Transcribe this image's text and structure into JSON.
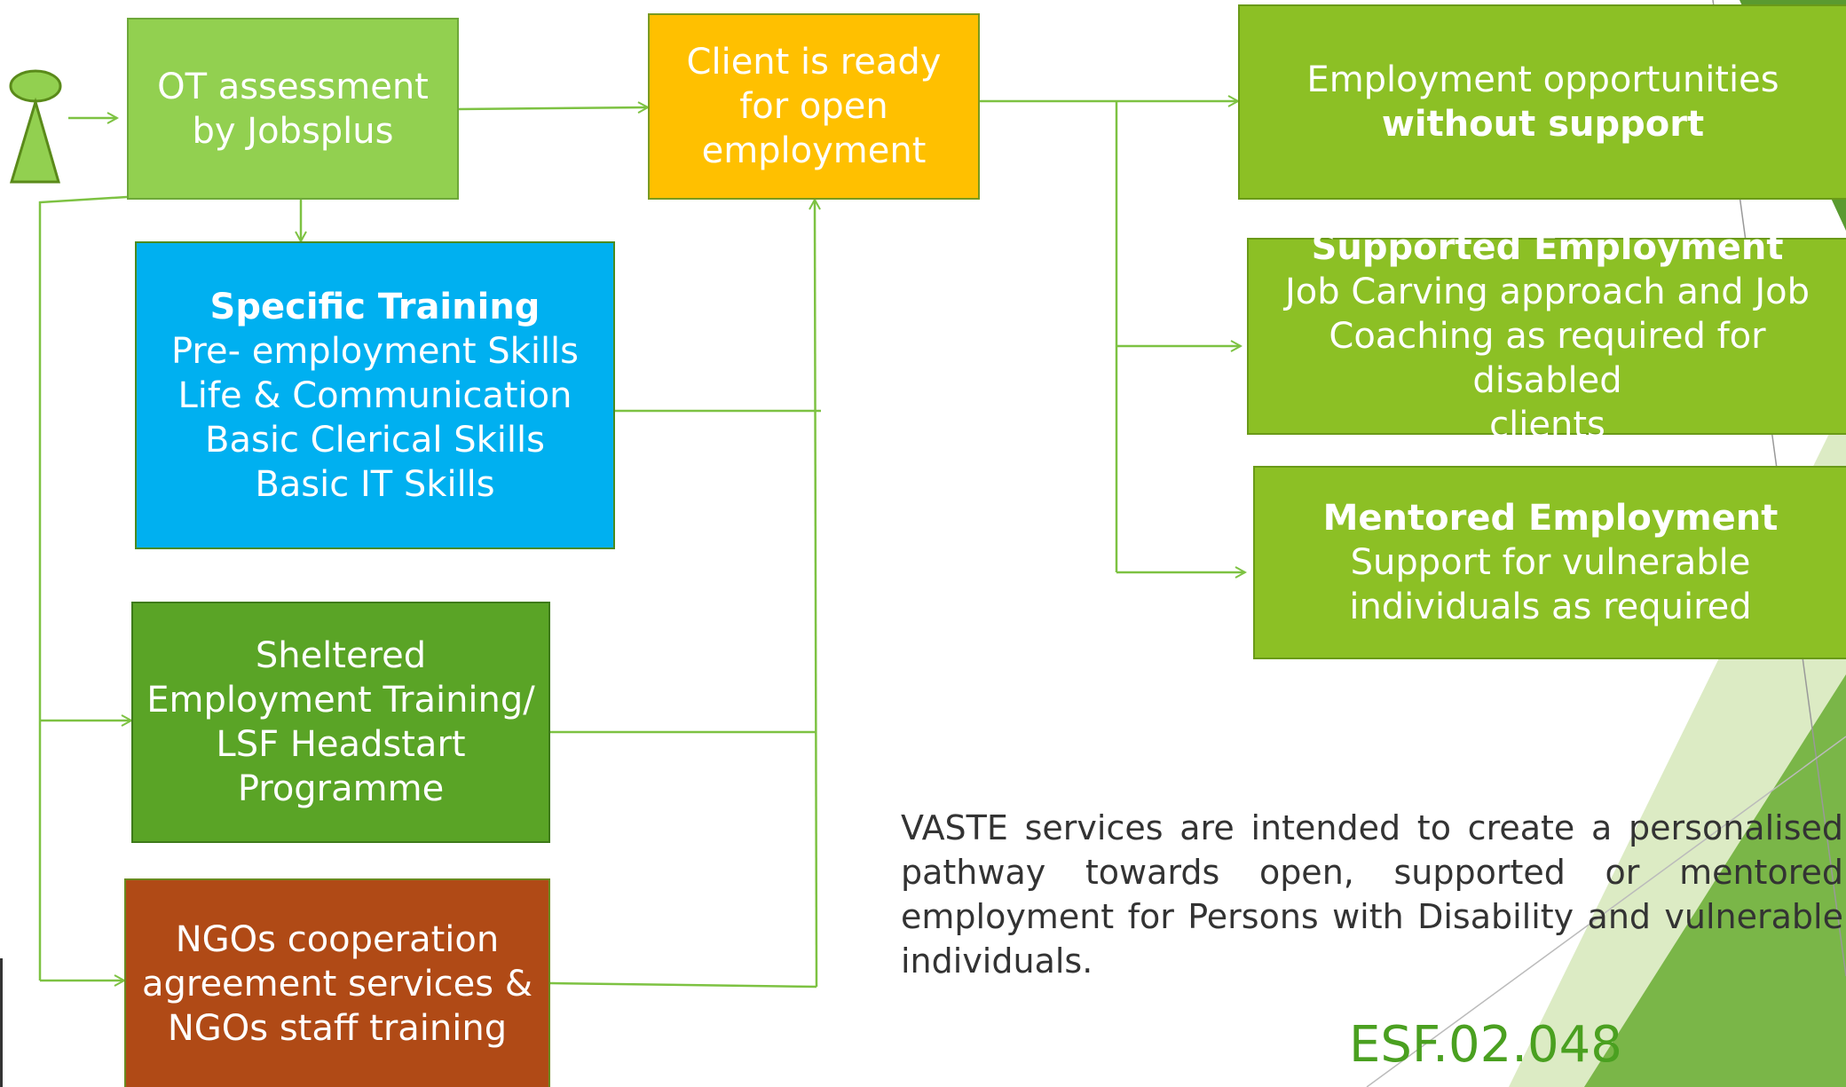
{
  "boxes": {
    "ot_assessment": {
      "lines": [
        "OT assessment",
        "by Jobsplus"
      ]
    },
    "client_ready": {
      "lines": [
        "Client is ready",
        "for open",
        "employment"
      ]
    },
    "employment_opportunities": {
      "line1": "Employment opportunities",
      "line2_bold": "without support"
    },
    "supported_employment": {
      "title": "Supported Employment",
      "lines": [
        "Job Carving approach and Job",
        "Coaching as required for disabled",
        "clients"
      ]
    },
    "mentored_employment": {
      "title": "Mentored Employment",
      "lines": [
        "Support  for vulnerable",
        "individuals as required"
      ]
    },
    "specific_training": {
      "title": "Specific Training",
      "lines": [
        "Pre- employment Skills",
        "Life & Communication",
        "Basic Clerical Skills",
        "Basic IT Skills"
      ]
    },
    "sheltered_employment": {
      "lines": [
        "Sheltered",
        "Employment Training/",
        "LSF Headstart",
        "Programme"
      ]
    },
    "ngos": {
      "lines": [
        "NGOs cooperation",
        "agreement services &",
        "NGOs staff training"
      ]
    }
  },
  "description": "VASTE services are intended to create a personalised pathway towards open, supported or mentored employment for Persons with Disability and vulnerable individuals.",
  "code": "ESF.02.048",
  "colors": {
    "light_green": "#92d050",
    "mid_green": "#8cc025",
    "orange": "#ffc000",
    "blue": "#00b0f0",
    "dark_green": "#5aa426",
    "brown": "#b04a16",
    "connector": "#7dc242"
  }
}
